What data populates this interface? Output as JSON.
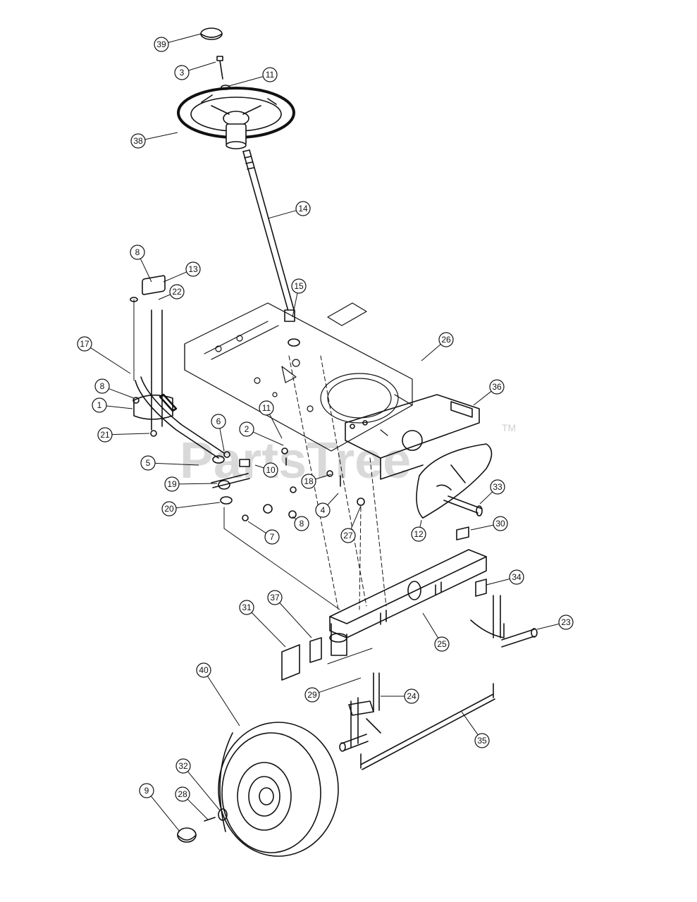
{
  "watermark": {
    "text": "PartsTree",
    "tm": "TM"
  },
  "callouts": [
    "39",
    "3",
    "11",
    "38",
    "14",
    "8",
    "13",
    "22",
    "15",
    "17",
    "8",
    "1",
    "21",
    "26",
    "36",
    "6",
    "11",
    "2",
    "5",
    "10",
    "19",
    "18",
    "20",
    "4",
    "8",
    "7",
    "27",
    "12",
    "33",
    "30",
    "34",
    "37",
    "31",
    "25",
    "23",
    "40",
    "29",
    "24",
    "35",
    "32",
    "28",
    "9"
  ]
}
